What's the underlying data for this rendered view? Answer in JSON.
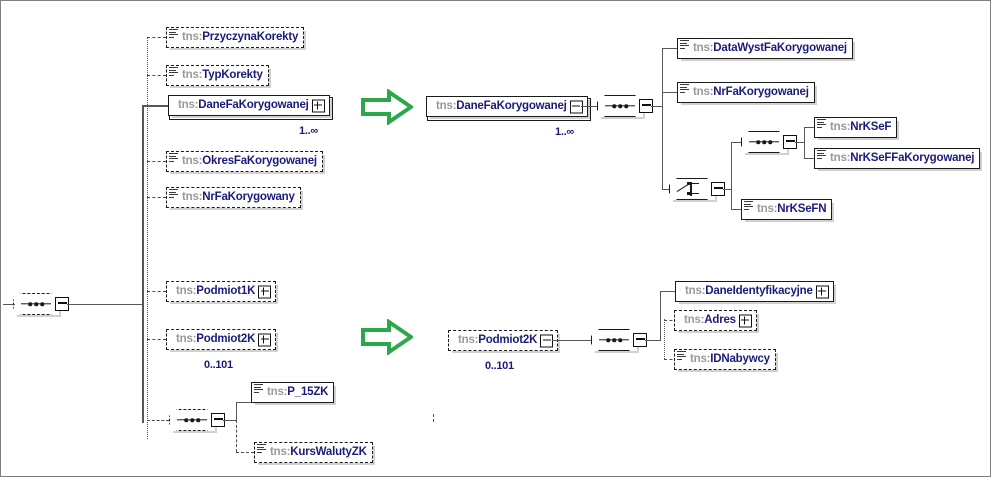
{
  "diagram": {
    "title": "XSD schema diagram - Faktura Korygujaca",
    "namespace_prefix": "tns:",
    "colors": {
      "name_text": "#1b1b7a",
      "prefix_text": "#9a9a9a",
      "arrow_green": "#2aa84a",
      "line": "#575757",
      "frame_border": "#7d8083",
      "background": "#ffffff"
    },
    "root": {
      "compositor": "sequence",
      "optional": true
    },
    "column1": {
      "nodes": [
        {
          "prefix": "tns:",
          "name": "PrzyczynaKorekty",
          "optional": true,
          "expandable": false,
          "cardinality": ""
        },
        {
          "prefix": "tns:",
          "name": "TypKorekty",
          "optional": true,
          "expandable": false,
          "cardinality": ""
        },
        {
          "prefix": "tns:",
          "name": "DaneFaKorygowanej",
          "optional": false,
          "expandable": true,
          "cardinality": "1..∞"
        },
        {
          "prefix": "tns:",
          "name": "OkresFaKorygowanej",
          "optional": true,
          "expandable": false,
          "cardinality": ""
        },
        {
          "prefix": "tns:",
          "name": "NrFaKorygowany",
          "optional": true,
          "expandable": false,
          "cardinality": ""
        },
        {
          "prefix": "tns:",
          "name": "Podmiot1K",
          "optional": true,
          "expandable": true,
          "cardinality": ""
        },
        {
          "prefix": "tns:",
          "name": "Podmiot2K",
          "optional": true,
          "expandable": true,
          "cardinality": "0..101"
        }
      ],
      "inner_group": {
        "compositor": "sequence",
        "optional": true,
        "nodes": [
          {
            "prefix": "tns:",
            "name": "P_15ZK",
            "optional": false,
            "expandable": false
          },
          {
            "prefix": "tns:",
            "name": "KursWalutyZK",
            "optional": true,
            "expandable": false
          }
        ]
      }
    },
    "detail_top": {
      "source": {
        "prefix": "tns:",
        "name": "DaneFaKorygowanej",
        "optional": false,
        "cardinality": "1..∞"
      },
      "compositor": "sequence",
      "children": [
        {
          "prefix": "tns:",
          "name": "DataWystFaKorygowanej",
          "optional": false
        },
        {
          "prefix": "tns:",
          "name": "NrFaKorygowanej",
          "optional": false
        }
      ],
      "choice": {
        "compositor": "choice",
        "branch_sequence": {
          "compositor": "sequence",
          "children": [
            {
              "prefix": "tns:",
              "name": "NrKSeF",
              "optional": false
            },
            {
              "prefix": "tns:",
              "name": "NrKSeFFaKorygowanej",
              "optional": false
            }
          ]
        },
        "branch_single": {
          "prefix": "tns:",
          "name": "NrKSeFN",
          "optional": false
        }
      }
    },
    "detail_bottom": {
      "source": {
        "prefix": "tns:",
        "name": "Podmiot2K",
        "optional": true,
        "cardinality": "0..101"
      },
      "compositor": "sequence",
      "children": [
        {
          "prefix": "tns:",
          "name": "DaneIdentyfikacyjne",
          "optional": false,
          "expandable": true
        },
        {
          "prefix": "tns:",
          "name": "Adres",
          "optional": true,
          "expandable": true
        },
        {
          "prefix": "tns:",
          "name": "IDNabywcy",
          "optional": true,
          "expandable": false
        }
      ]
    },
    "arrows": [
      {
        "name": "expand-arrow-dane-fa-korygowanej",
        "direction": "right"
      },
      {
        "name": "expand-arrow-podmiot2k",
        "direction": "right"
      }
    ]
  }
}
